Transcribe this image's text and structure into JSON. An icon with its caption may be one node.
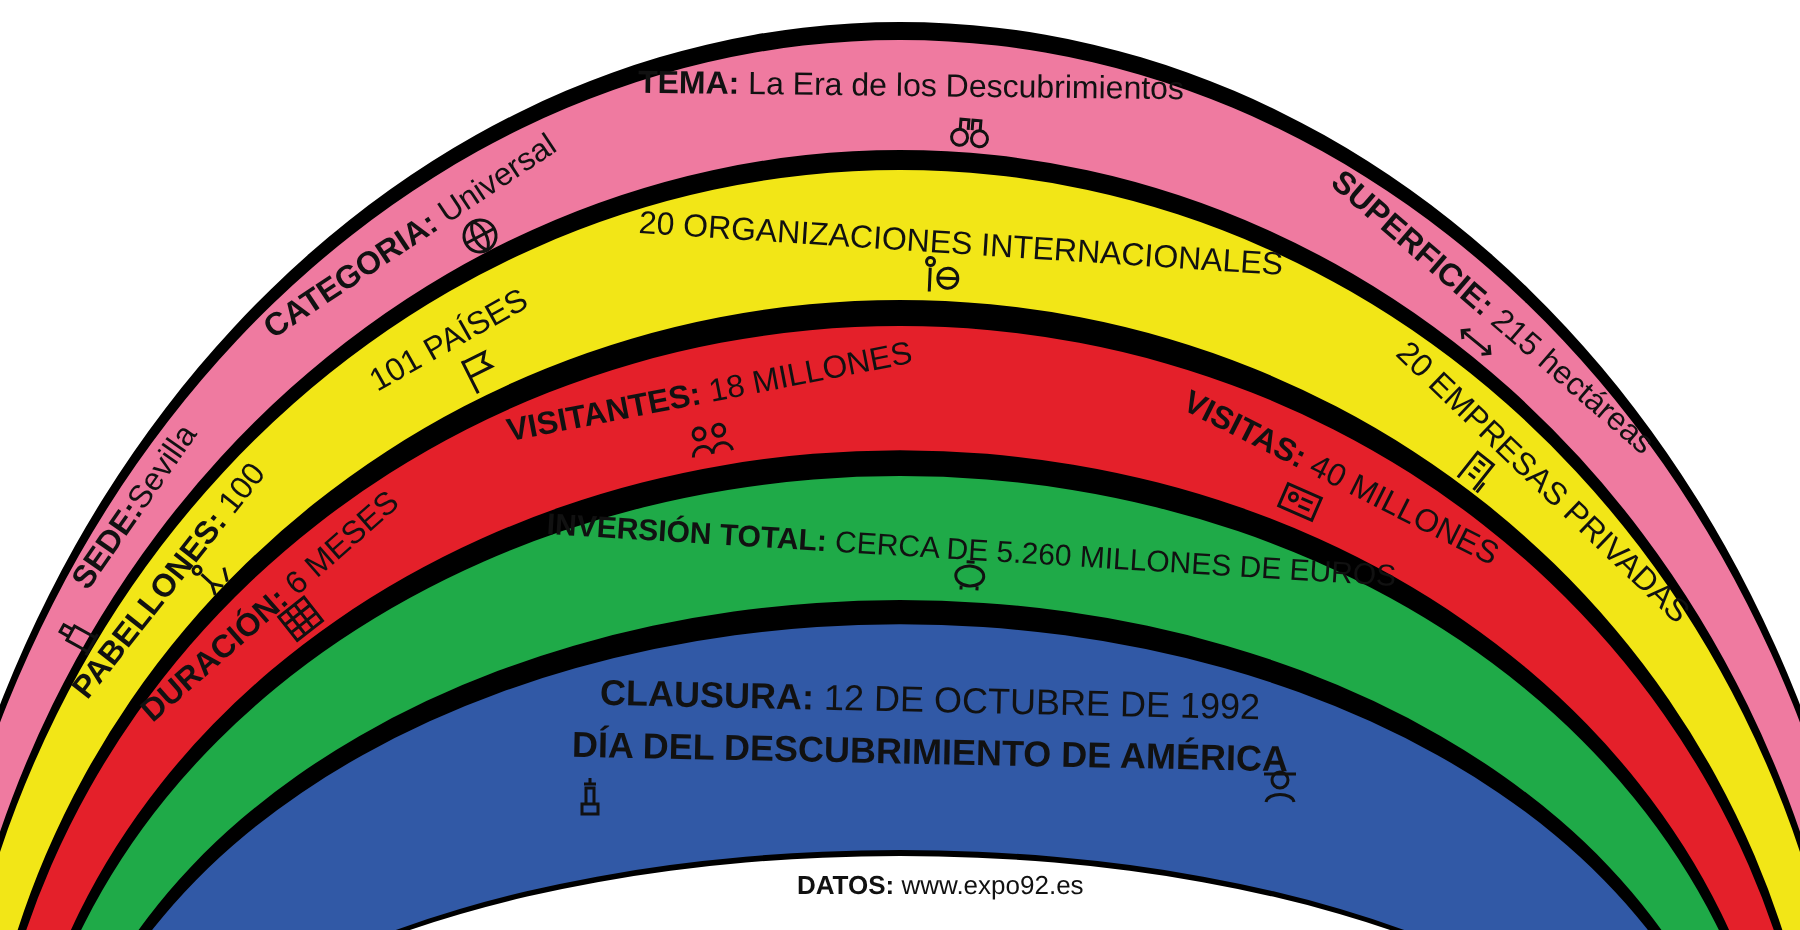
{
  "diagram": {
    "nodes": [
      {
        "text": [
          "**SEDE:**Sevilla",
          "**CATEGORIA:** Universal",
          "**TEMA:** La Era de los Descubrimientos",
          "**SUPERFICIE:** 215 hectáreas"
        ]
      },
      {
        "text": [
          "**PABELLONES:** 100",
          "101 PAÍSES",
          "20 ORGANIZACIONES INTERNACIONALES",
          "20 EMPRESAS PRIVADAS"
        ]
      },
      {
        "text": [
          "**DURACIÓN:** 6 MESES",
          "**VISITANTES:** 18 MILLONES",
          "**VISITAS:** 40 MILLONES"
        ]
      },
      {
        "text": [
          "**INVERSIÓN TOTAL:** CERCA DE 5.260 MILLONES DE EUROS"
        ]
      },
      {
        "text": [
          "**CLAUSURA:** 12 DE OCTUBRE DE 1992",
          "**DÍA DEL DESCUBRIMIENTO DE AMÉRICA**"
        ]
      }
    ],
    "edges": [],
    "labels": [
      "**DATOS:** www.expo92.es"
    ]
  }
}
